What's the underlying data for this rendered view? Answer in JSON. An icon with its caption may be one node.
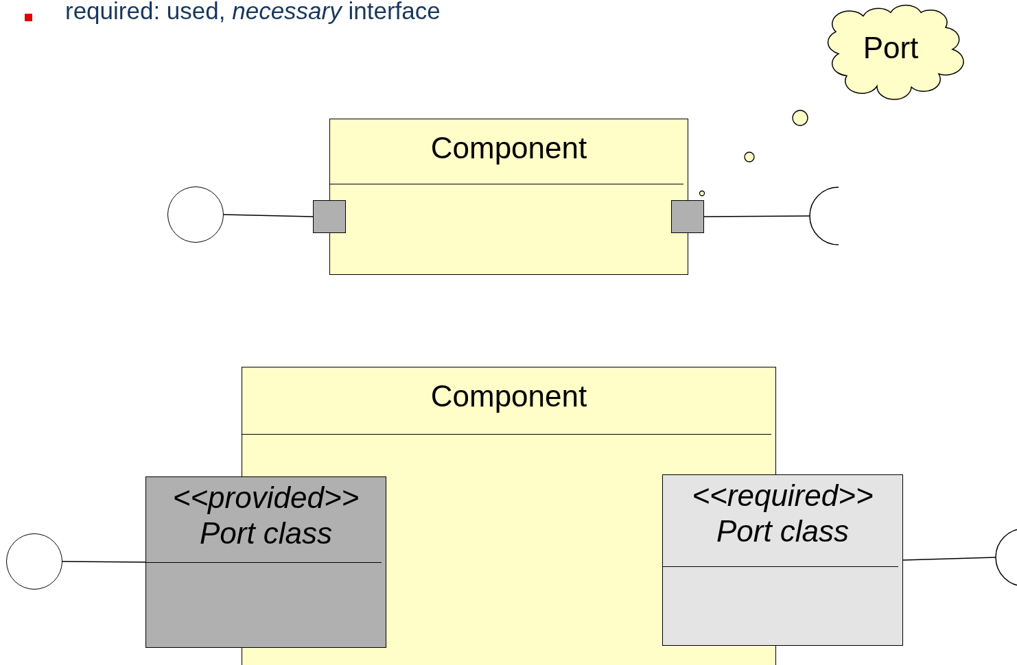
{
  "diagram": {
    "nodes": [
      {
        "text": [
          "Port"
        ]
      },
      {
        "text": [
          "Component"
        ]
      },
      {
        "text": [],
        "shape": "box"
      },
      {
        "text": [],
        "shape": "box"
      },
      {
        "text": [],
        "shape": "circle"
      },
      {
        "text": [],
        "shape": "socket"
      },
      {
        "text": [
          "Component"
        ]
      },
      {
        "text": [
          "<<provided>>",
          "Port class"
        ]
      },
      {
        "text": [
          "<<required>>",
          "Port class"
        ]
      },
      {
        "text": [],
        "shape": "circle"
      },
      {
        "text": [],
        "shape": "socket"
      }
    ],
    "edges": [
      {
        "from": 4,
        "to": 2,
        "arrow": "none"
      },
      {
        "from": 3,
        "to": 5,
        "arrow": "none"
      },
      {
        "from": 9,
        "to": 7,
        "arrow": "none"
      },
      {
        "from": 8,
        "to": 10,
        "arrow": "none"
      }
    ],
    "labels": [
      "required: used, *necessary* interface"
    ]
  }
}
